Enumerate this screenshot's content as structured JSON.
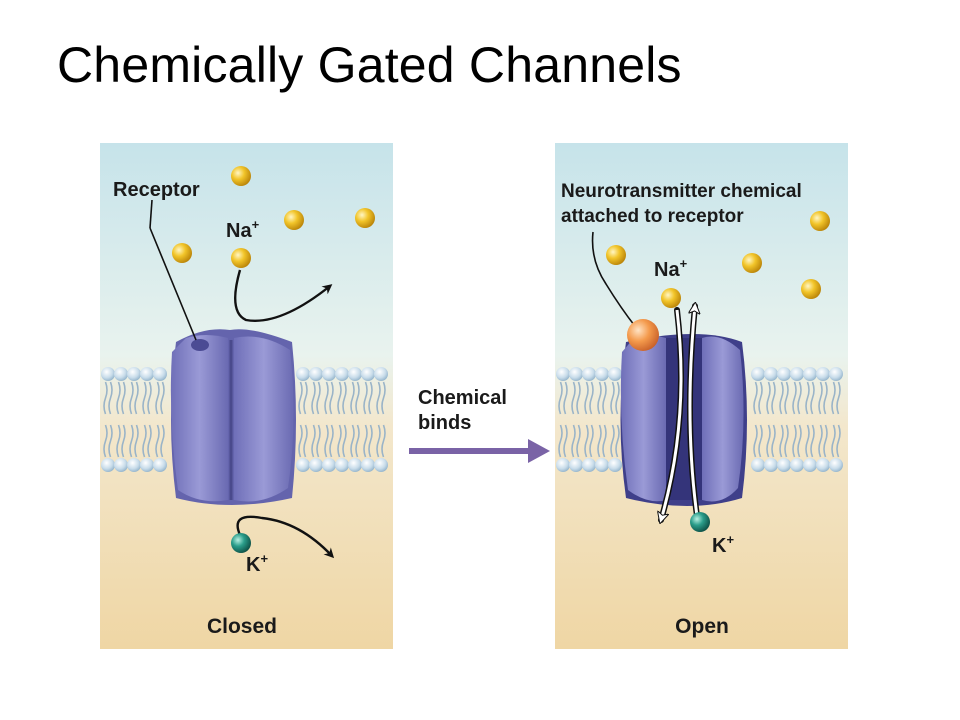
{
  "slide": {
    "title": "Chemically Gated Channels"
  },
  "closed_panel": {
    "receptor_label": "Receptor",
    "ion_na": "Na",
    "ion_k": "K",
    "charge": "+",
    "state_label": "Closed"
  },
  "open_panel": {
    "neuro_label_line1": "Neurotransmitter chemical",
    "neuro_label_line2": "attached to receptor",
    "ion_na": "Na",
    "ion_k": "K",
    "charge": "+",
    "state_label": "Open"
  },
  "transition": {
    "line1": "Chemical",
    "line2": "binds"
  },
  "colors": {
    "sodium": "#e8b51c",
    "potassium": "#1e8a7a",
    "channel": "#7f7fc2",
    "neurotransmitter": "#f09a4a",
    "arrow": "#7a63a6"
  }
}
